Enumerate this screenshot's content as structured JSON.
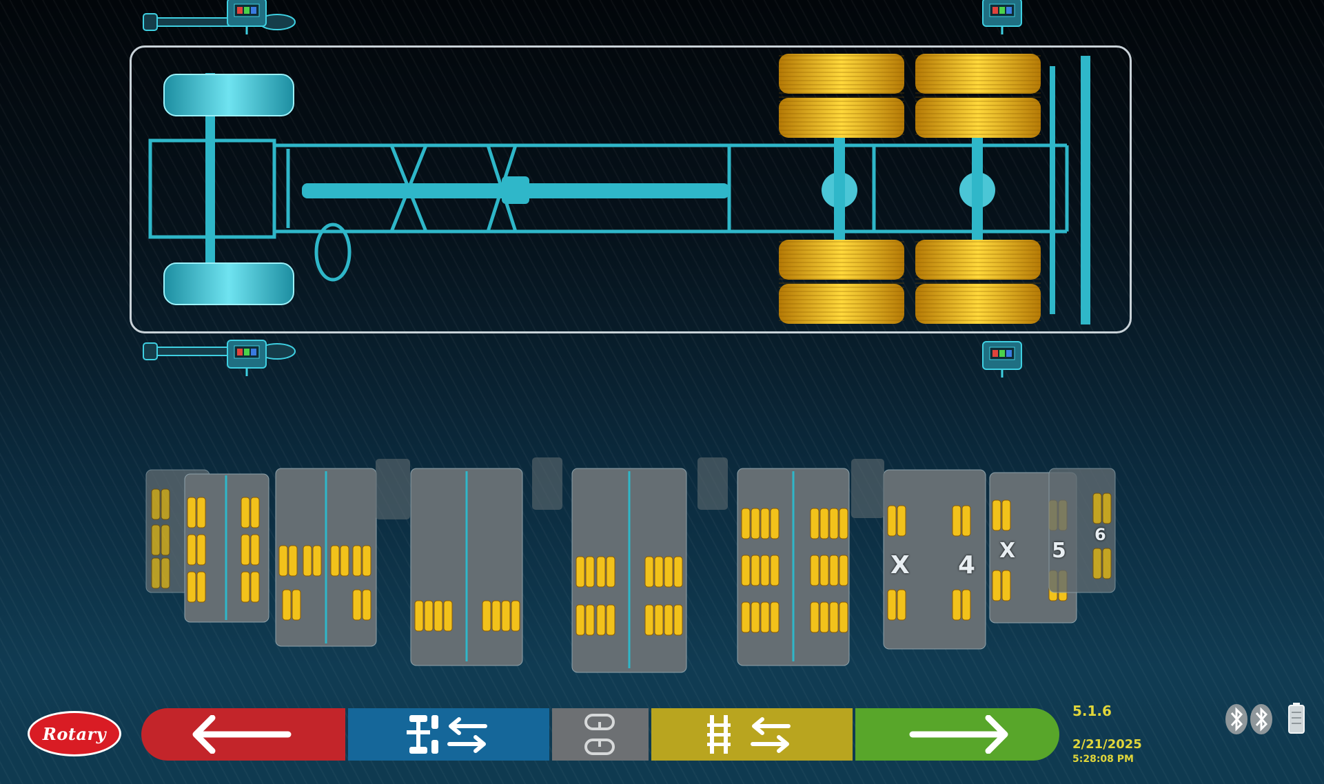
{
  "app": {
    "brand": "Rotary"
  },
  "toolbar": {
    "back_icon": "arrow-left-icon",
    "axle_swap_icon": "axle-swap-icon",
    "link_icon": "chain-link-icon",
    "dual_swap_icon": "dual-axle-swap-icon",
    "next_icon": "arrow-right-icon"
  },
  "status": {
    "version": "5.1.6",
    "date": "2/21/2025",
    "time": "5:28:08 PM",
    "icons": [
      "bluetooth-icon",
      "bluetooth-icon",
      "battery-icon"
    ]
  },
  "thumbnail_labels": [
    "X",
    "4",
    "X",
    "5",
    "6"
  ],
  "colors": {
    "back": "#c3252a",
    "axle_swap": "#15679a",
    "link": "#6d7073",
    "dual_swap": "#b9a51f",
    "next": "#58a62a",
    "frame_cyan": "#2fb7c9",
    "tire_yellow": "#f2c21b"
  }
}
